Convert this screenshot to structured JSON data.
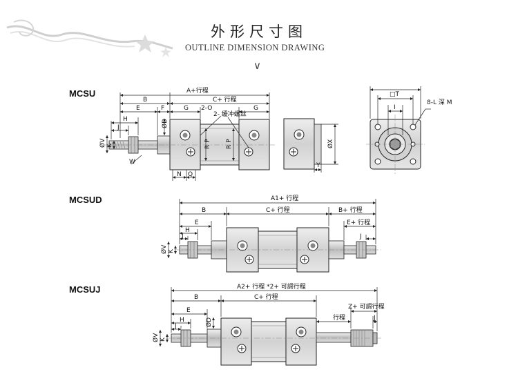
{
  "header": {
    "title_cn": "外形尺寸图",
    "title_en": "OUTLINE DIMENSION DRAWING",
    "chevron": "∨"
  },
  "models": {
    "mcsu": "MCSU",
    "mcsud": "MCSUD",
    "mcsuj": "MCSUJ"
  },
  "labels": {
    "a_stroke": "A+行程",
    "b": "B",
    "c_stroke": "C+ 行程",
    "e": "E",
    "f": "F",
    "g": "G",
    "port_o": "2-O",
    "cushion": "2- 缓冲螺丝",
    "h": "H",
    "j": "J",
    "d_dia": "ØD",
    "v_dia": "ØV",
    "k": "K",
    "w": "W",
    "rp": "R P",
    "n": "N",
    "q": "Q",
    "x_dia": "ØX",
    "y": "Y",
    "t_sq": "□T",
    "i": "I",
    "bolt": "8-L 深 M",
    "a1_stroke": "A1+ 行程",
    "b_stroke": "B+ 行程",
    "e_stroke": "E+ 行程",
    "a2_stroke": "A2+ 行程 *2+ 可調行程",
    "z_stroke": "Z+ 可調行程",
    "stroke": "行程"
  },
  "colors": {
    "line": "#1a1a1a",
    "dim": "#333333",
    "body_fill": "#dadada",
    "body_dark": "#bcbcbc",
    "rod_fill": "#cfcfcf"
  }
}
